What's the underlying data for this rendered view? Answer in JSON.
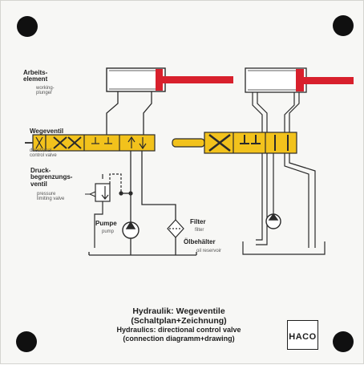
{
  "labels": {
    "working_element": {
      "de_1": "Arbeits-",
      "de_2": "element",
      "en_1": "working-",
      "en_2": "plunger"
    },
    "directional_valve": {
      "de": "Wegeventil",
      "en_1": "directional",
      "en_2": "control valve"
    },
    "pressure_valve": {
      "de_1": "Druck-",
      "de_2": "begrenzungs-",
      "de_3": "ventil",
      "en_1": "pressure",
      "en_2": "limiting valve"
    },
    "pump": {
      "de": "Pumpe",
      "en": "pump"
    },
    "filter": {
      "de": "Filter",
      "en": "filter"
    },
    "reservoir": {
      "de": "Ölbehälter",
      "en": "oil reservoir"
    }
  },
  "title": {
    "line1": "Hydraulik: Wegeventile",
    "line2": "(Schaltplan+Zeichnung)",
    "line3": "Hydraulics: directional control valve",
    "line4": "(connection diagramm+drawing)"
  },
  "logo": {
    "text": "HACO"
  },
  "colors": {
    "rod_red": "#d8202c",
    "valve_yellow": "#f2c21c",
    "line": "#2a2a2a",
    "hole": "#101010"
  }
}
